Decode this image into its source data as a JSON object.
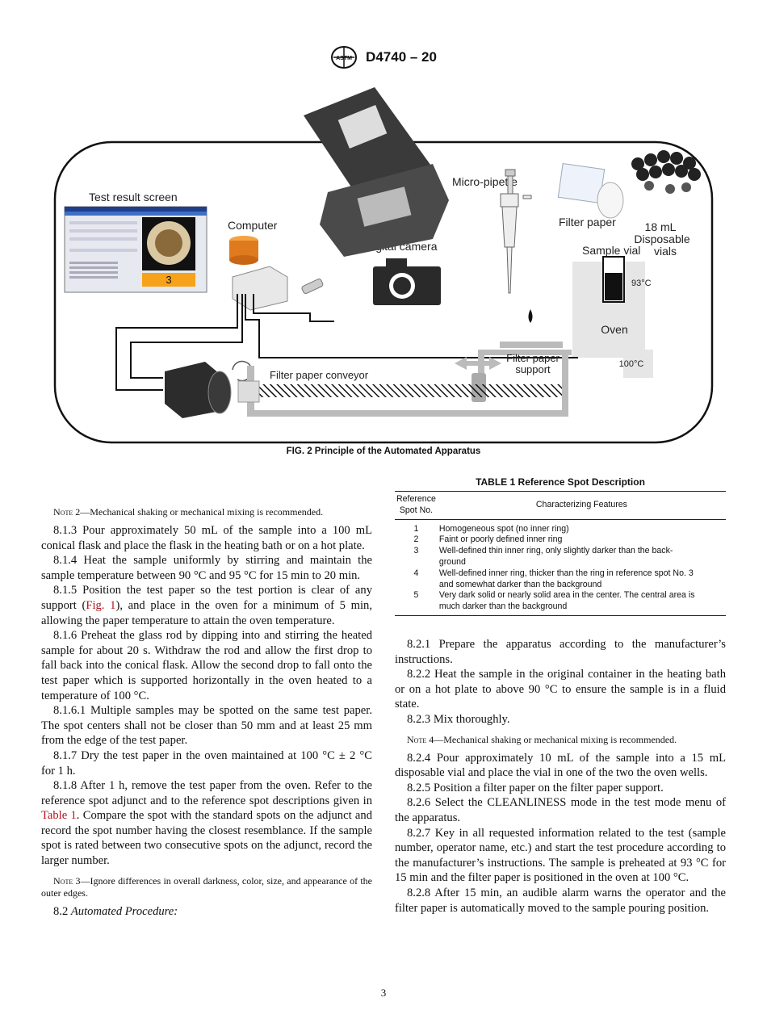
{
  "header": {
    "code": "D4740 – 20",
    "logo_text": "ASTM"
  },
  "figure": {
    "caption": "FIG. 2 Principle of the Automated Apparatus",
    "labels": {
      "test_result_screen": "Test result screen",
      "computer": "Computer",
      "digital_camera": "Digital camera",
      "micro_pipette": "Micro-pipette",
      "filter_paper": "Filter paper",
      "disposable_vials_1": "18 mL",
      "disposable_vials_2": "Disposable",
      "disposable_vials_3": "vials",
      "sample_vial": "Sample vial",
      "oven_temp": "93°C",
      "oven": "Oven",
      "conveyor_temp": "100°C",
      "support_1": "Filter paper",
      "support_2": "support",
      "conveyor": "Filter paper conveyor",
      "screen_result": "3"
    }
  },
  "table": {
    "title": "TABLE 1 Reference Spot Description",
    "col1_line1": "Reference",
    "col1_line2": "Spot No.",
    "col2": "Characterizing Features",
    "rows": [
      {
        "no": "1",
        "line1": "Homogeneous spot (no inner ring)",
        "line2": ""
      },
      {
        "no": "2",
        "line1": "Faint or poorly defined inner ring",
        "line2": ""
      },
      {
        "no": "3",
        "line1": "Well-defined thin inner ring, only slightly darker than the back-",
        "line2": "ground"
      },
      {
        "no": "4",
        "line1": "Well-defined inner ring, thicker than the ring in reference spot No. 3",
        "line2": "and somewhat darker than the background"
      },
      {
        "no": "5",
        "line1": "Very dark solid or nearly solid area in the center. The central area is",
        "line2": "much darker than the background"
      }
    ]
  },
  "left_column": {
    "note2_label": "Note 2",
    "note2_text": "—Mechanical shaking or mechanical mixing is recommended.",
    "p813": "8.1.3 Pour approximately 50 mL of the sample into a 100 mL conical flask and place the flask in the heating bath or on a hot plate.",
    "p814": "8.1.4 Heat the sample uniformly by stirring and maintain the sample temperature between 90 °C and 95 °C for 15 min to 20 min.",
    "p815_a": "8.1.5 Position the test paper so the test portion is clear of any support (",
    "p815_link": "Fig. 1",
    "p815_b": "), and place in the oven for a minimum of 5 min, allowing the paper temperature to attain the oven temperature.",
    "p816": "8.1.6 Preheat the glass rod by dipping into and stirring the heated sample for about 20 s. Withdraw the rod and allow the first drop to fall back into the conical flask. Allow the second drop to fall onto the test paper which is supported horizontally in the oven heated to a temperature of 100 °C.",
    "p8161": "8.1.6.1 Multiple samples may be spotted on the same test paper. The spot centers shall not be closer than 50 mm and at least 25 mm from the edge of the test paper.",
    "p817": "8.1.7 Dry the test paper in the oven maintained at 100 °C ± 2 °C for 1 h.",
    "p818_a": "8.1.8 After 1 h, remove the test paper from the oven. Refer to the reference spot adjunct and to the reference spot descriptions given in ",
    "p818_link": "Table 1",
    "p818_b": ". Compare the spot with the standard spots on the adjunct and record the spot number having the closest resemblance. If the sample spot is rated between two consecutive spots on the adjunct, record the larger number.",
    "note3_label": "Note 3",
    "note3_text": "—Ignore differences in overall darkness, color, size, and appearance of the outer edges.",
    "p82_num": "8.2 ",
    "p82_title": "Automated Procedure:"
  },
  "right_column": {
    "p821": "8.2.1 Prepare the apparatus according to the manufacturer’s instructions.",
    "p822": "8.2.2 Heat the sample in the original container in the heating bath or on a hot plate to above 90 °C to ensure the sample is in a fluid state.",
    "p823": "8.2.3 Mix thoroughly.",
    "note4_label": "Note 4",
    "note4_text": "—Mechanical shaking or mechanical mixing is recommended.",
    "p824": "8.2.4 Pour approximately 10 mL of the sample into a 15 mL disposable vial and place the vial in one of the two the oven wells.",
    "p825": "8.2.5 Position a filter paper on the filter paper support.",
    "p826": "8.2.6 Select the CLEANLINESS mode in the test mode menu of the apparatus.",
    "p827": "8.2.7 Key in all requested information related to the test (sample number, operator name, etc.) and start the test procedure according to the manufacturer’s instructions. The sample is preheated at 93 °C for 15 min and the filter paper is positioned in the oven at 100 °C.",
    "p828": "8.2.8 After 15 min, an audible alarm warns the operator and the filter paper is automatically moved to the sample pouring position."
  },
  "footer": {
    "page_number": "3"
  }
}
